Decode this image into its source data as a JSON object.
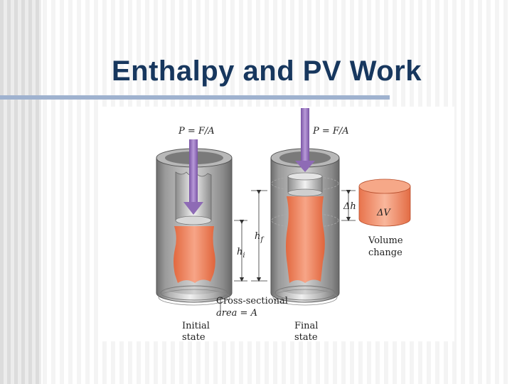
{
  "slide": {
    "title": "Enthalpy and PV Work"
  },
  "figure": {
    "pressure_label_initial": "P = F/A",
    "pressure_label_final": "P = F/A",
    "height_final_label": "h",
    "height_final_sub": "f",
    "height_initial_label": "h",
    "height_initial_sub": "i",
    "delta_h_label": "Δh",
    "delta_v_label": "ΔV",
    "volume_change_line1": "Volume",
    "volume_change_line2": "change",
    "area_line1": "Cross-sectional",
    "area_line2": "area = A",
    "initial_line1": "Initial",
    "initial_line2": "state",
    "final_line1": "Final",
    "final_line2": "state",
    "colors": {
      "gas": "#f08a62",
      "arrow": "#8e6bb5",
      "cylinder": "#9a9a9a",
      "title": "#17375e"
    }
  }
}
